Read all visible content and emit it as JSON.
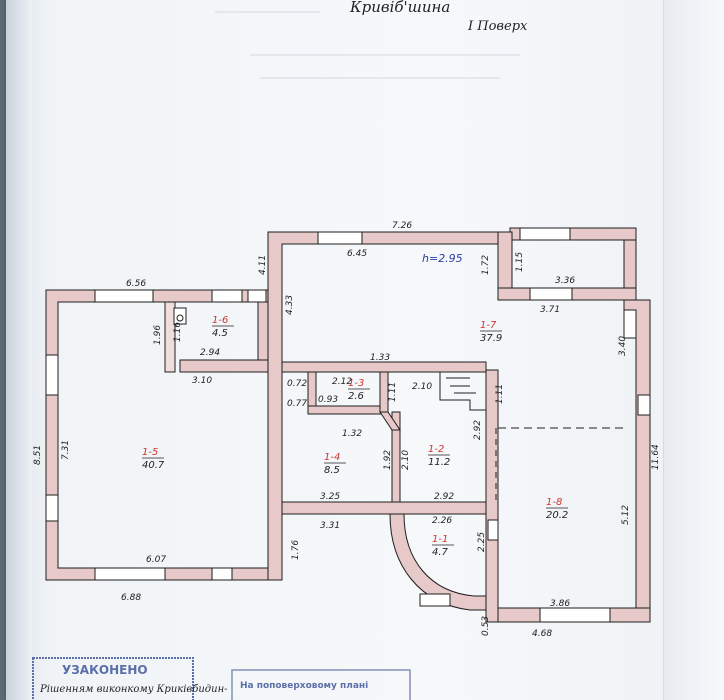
{
  "header": {
    "title": "Кривіб'шина",
    "floor": "I Поверх"
  },
  "height_label": "h=2.95",
  "rooms": [
    {
      "id": "1-1",
      "area": "4.7"
    },
    {
      "id": "1-2",
      "area": "11.2"
    },
    {
      "id": "1-3",
      "area": "2.6"
    },
    {
      "id": "1-4",
      "area": "8.5"
    },
    {
      "id": "1-5",
      "area": "40.7"
    },
    {
      "id": "1-6",
      "area": "4.5"
    },
    {
      "id": "1-7",
      "area": "37.9"
    },
    {
      "id": "1-8",
      "area": "20.2"
    }
  ],
  "dimensions": [
    "7.26",
    "6.45",
    "1.72",
    "1.15",
    "3.36",
    "3.71",
    "6.56",
    "1.96",
    "1.16",
    "2.94",
    "3.10",
    "4.33",
    "4.11",
    "1.33",
    "2.12",
    "2.10",
    "0.72",
    "0.77",
    "0.93",
    "1.11",
    "1.11",
    "2.92",
    "3.40",
    "11.64",
    "8.51",
    "7.31",
    "1.32",
    "1.92",
    "2.10",
    "3.25",
    "3.31",
    "2.92",
    "2.26",
    "2.25",
    "5.12",
    "6.07",
    "6.88",
    "1.76",
    "3.86",
    "4.68",
    "0.53"
  ],
  "stamps": {
    "approved": "УЗАКОНЕНО",
    "approved_line": "Рішенням виконкому Криківбидин-",
    "plan_note": "На поповерховому плані"
  },
  "colors": {
    "wall_fill": "#e8c9c9",
    "wall_stroke": "#1e1e1e",
    "red_ink": "#d0342c",
    "blue_ink": "#2a3fa8",
    "stamp": "#5b6fa8"
  }
}
